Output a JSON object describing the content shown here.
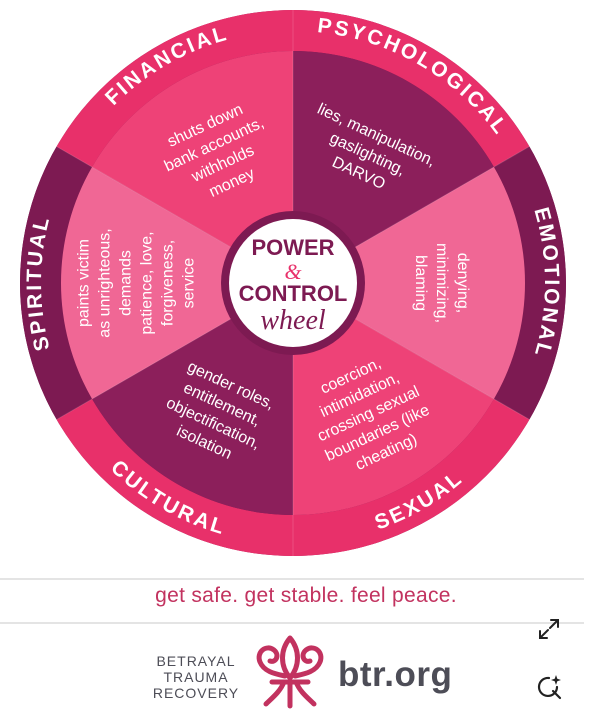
{
  "wheel": {
    "center": {
      "line1": "POWER",
      "amp": "&",
      "line2": "CONTROL",
      "line3": "wheel"
    },
    "sections": [
      {
        "label": "PSYCHOLOGICAL",
        "lines": [
          "lies, manipulation,",
          "gaslighting,",
          "DARVO"
        ]
      },
      {
        "label": "EMOTIONAL",
        "lines": [
          "denying,",
          "minimizing,",
          "blaming"
        ]
      },
      {
        "label": "SEXUAL",
        "lines": [
          "coercion,",
          "intimidation,",
          "crossing sexual",
          "boundaries (like",
          "cheating)"
        ]
      },
      {
        "label": "CULTURAL",
        "lines": [
          "gender roles,",
          "entitlement,",
          "objectification,",
          "isolation"
        ]
      },
      {
        "label": "SPIRITUAL",
        "lines": [
          "paints victim",
          "as unrighteous,",
          "demands",
          "patience, love,",
          "forgiveness,",
          "service"
        ]
      },
      {
        "label": "FINANCIAL",
        "lines": [
          "shuts down",
          "bank accounts,",
          "withholds",
          "money"
        ]
      }
    ],
    "colors": {
      "rim": "#7d1a52",
      "rim_pink": "#e8306a",
      "inner_dark": "#8c1f5b",
      "inner_pink": "#ee4277",
      "inner_light": "#f06795",
      "center_ring": "#7d1a52"
    }
  },
  "tagline": "get safe. get stable. feel peace.",
  "logo": {
    "lines": [
      "BETRAYAL",
      "TRAUMA",
      "RECOVERY"
    ],
    "site": "btr.org",
    "icon": "fleur-de-lis-icon"
  },
  "controls": {
    "expand_icon": "expand-arrows-icon",
    "lens_icon": "visual-search-icon"
  }
}
